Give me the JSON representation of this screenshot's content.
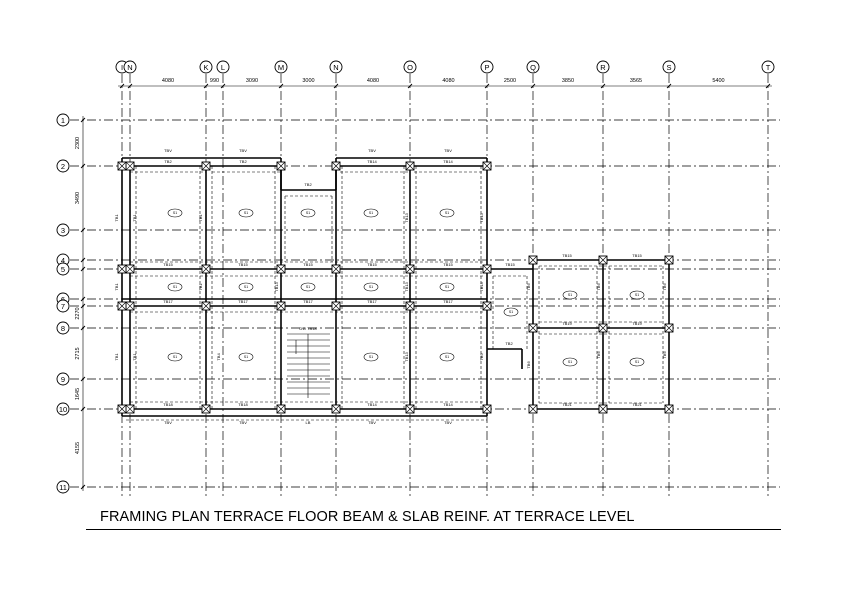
{
  "drawing": {
    "title": "FRAMING PLAN TERRACE FLOOR BEAM  & SLAB REINF. AT TERRACE LEVEL"
  },
  "grid": {
    "columns": [
      "I",
      "N",
      "K",
      "L",
      "M",
      "N",
      "O",
      "P",
      "Q",
      "R",
      "S",
      "T"
    ],
    "rows": [
      "1",
      "2",
      "3",
      "4",
      "5",
      "6",
      "7",
      "8",
      "9",
      "10",
      "11"
    ]
  },
  "dimensions": {
    "horizontal": [
      "4080",
      "990",
      "3090",
      "3000",
      "4080",
      "4080",
      "2500",
      "3850",
      "3565",
      "5400"
    ],
    "vertical": [
      "2300",
      "3490",
      "2270",
      "2715",
      "1645",
      "4155"
    ]
  },
  "beam_labels": [
    "TBV",
    "TB2",
    "TB14",
    "TB15",
    "TB13",
    "TB17",
    "TB18",
    "TB19",
    "TB21",
    "TB1",
    "TB4",
    "TB10",
    "TB6",
    "LB",
    "DW TB18",
    "TB9"
  ],
  "slab_tag": "S1"
}
